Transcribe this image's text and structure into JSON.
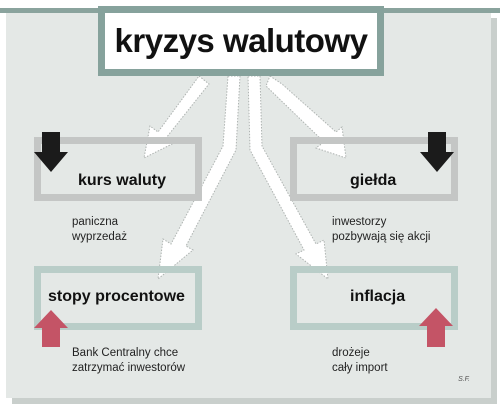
{
  "title": "kryzys walutowy",
  "boxes": {
    "kurs": {
      "label": "kurs waluty",
      "note_lines": [
        "paniczna",
        "wyprzedaż"
      ],
      "direction": "down"
    },
    "gielda": {
      "label": "giełda",
      "note_lines": [
        "inwestorzy",
        "pozbywają się akcji"
      ],
      "direction": "down"
    },
    "stopy": {
      "label": "stopy procentowe",
      "note_lines": [
        "Bank Centralny chce",
        "zatrzymać inwestorów"
      ],
      "direction": "up"
    },
    "inflacja": {
      "label": "inflacja",
      "note_lines": [
        "drożeje",
        "cały import"
      ],
      "direction": "up"
    }
  },
  "signature": "S.F.",
  "colors": {
    "title_border": "#86a29c",
    "grey_frame": "#c4c6c5",
    "teal_frame": "#b9cdc8",
    "down_arrow": "#1b1b1b",
    "up_arrow": "#c45466",
    "flow_arrow": "#ffffff"
  }
}
